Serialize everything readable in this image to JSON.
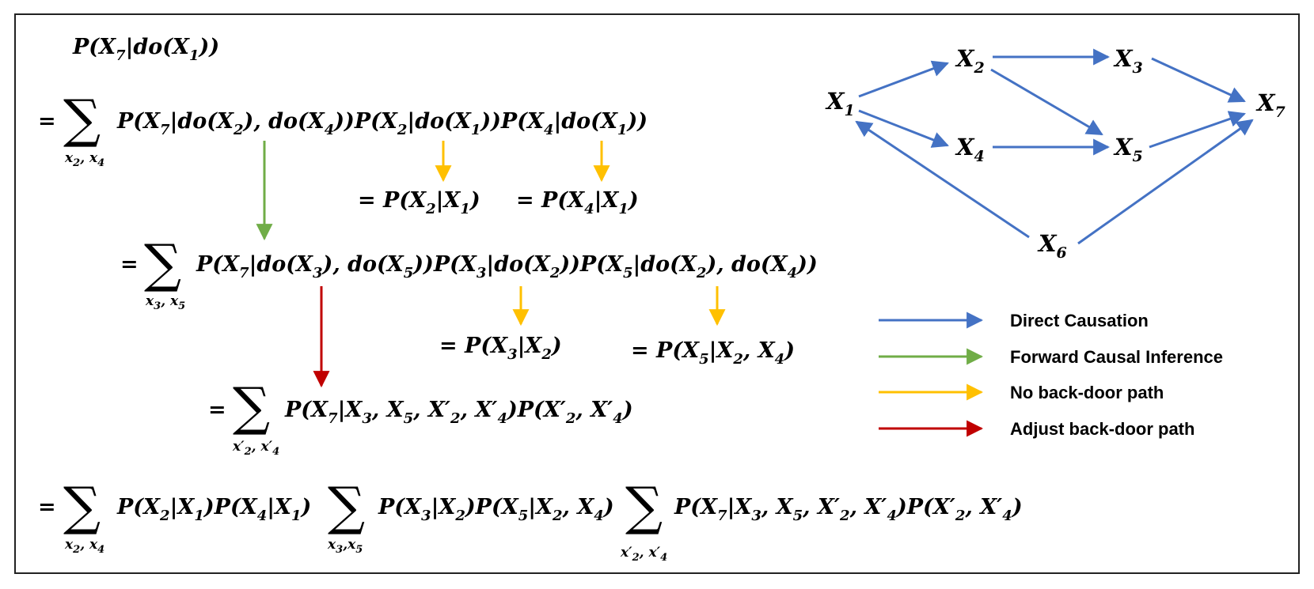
{
  "colors": {
    "direct": "#4472C4",
    "forward": "#70AD47",
    "noback": "#FFC000",
    "adjust": "#C00000"
  },
  "formula": {
    "top": "P(X7|do(X1))",
    "line1": "= Σ_{x2, x4} P(X7|do(X2), do(X4)) P(X2|do(X1)) P(X4|do(X1))",
    "line1_res_a": "= P(X2|X1)",
    "line1_res_b": "= P(X4|X1)",
    "line2": "= Σ_{x3, x5} P(X7|do(X3), do(X5)) P(X3|do(X2)) P(X5|do(X2), do(X4))",
    "line2_res_a": "= P(X3|X2)",
    "line2_res_b": "= P(X5|X2, X4)",
    "line3": "= Σ_{x2', x4'} P(X7|X3, X5, X2', X4') P(X2', X4')",
    "line4": "= Σ_{x2, x4} P(X2|X1) P(X4|X1) Σ_{x3,x5} P(X3|X2) P(X5|X2, X4) Σ_{x2', x4'} P(X7|X3, X5, X2', X4') P(X2', X4')"
  },
  "graph": {
    "nodes": [
      "X1",
      "X2",
      "X3",
      "X4",
      "X5",
      "X6",
      "X7"
    ],
    "edges": [
      [
        "X1",
        "X2"
      ],
      [
        "X1",
        "X4"
      ],
      [
        "X2",
        "X3"
      ],
      [
        "X2",
        "X5"
      ],
      [
        "X4",
        "X5"
      ],
      [
        "X3",
        "X7"
      ],
      [
        "X5",
        "X7"
      ],
      [
        "X6",
        "X1"
      ],
      [
        "X6",
        "X7"
      ]
    ]
  },
  "legend": [
    {
      "label": "Direct Causation",
      "color": "#4472C4"
    },
    {
      "label": "Forward Causal Inference",
      "color": "#70AD47"
    },
    {
      "label": "No back-door path",
      "color": "#FFC000"
    },
    {
      "label": "Adjust back-door path",
      "color": "#C00000"
    }
  ]
}
